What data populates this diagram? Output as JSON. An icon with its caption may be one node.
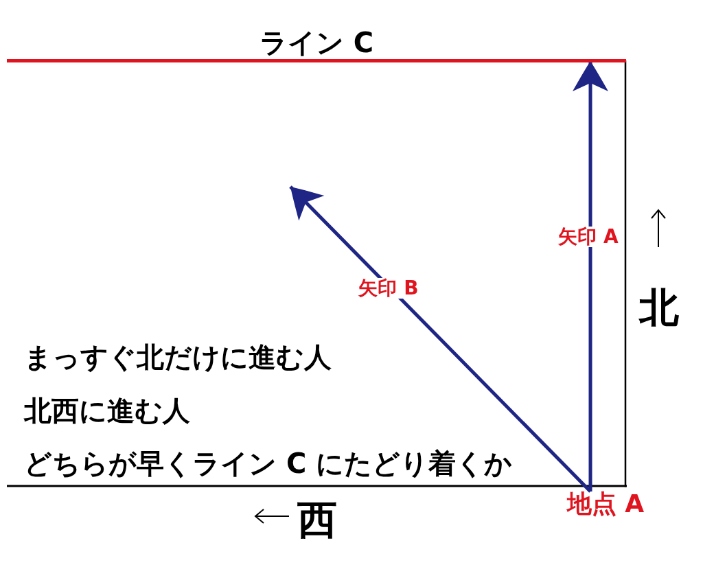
{
  "diagram": {
    "nodes": [
      {
        "text": [
          "ライン C"
        ]
      },
      {
        "text": [
          "地点 A"
        ]
      }
    ],
    "edges": [
      {
        "from": 1,
        "to": 0,
        "arrow": "to",
        "label": "矢印 A"
      },
      {
        "from": 1,
        "to": null,
        "arrow": "to",
        "label": "矢印 B"
      }
    ],
    "labels": [
      "北",
      "まっすぐ北だけに進む人",
      "北西に進む人",
      "どちらが早くライン C にたどり着くか",
      "西"
    ]
  }
}
